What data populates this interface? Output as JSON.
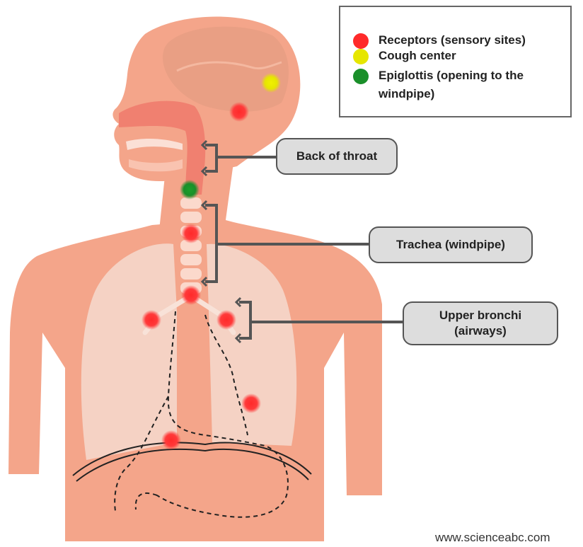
{
  "legend": {
    "items": [
      {
        "label": "Receptors (sensory sites)",
        "color": "#ff2a2a"
      },
      {
        "label": "Cough center",
        "color": "#e6e600"
      },
      {
        "label": "Epiglottis (opening to the windpipe)",
        "color": "#1a8f2a"
      }
    ]
  },
  "callouts": {
    "back_of_throat": "Back of throat",
    "trachea": "Trachea (windpipe)",
    "upper_bronchi": "Upper bronchi (airways)"
  },
  "watermark": "www.scienceabc.com",
  "colors": {
    "skin": "#f4a58a",
    "lung": "#f5d2c4",
    "receptor": "#ff2a2a",
    "cough_center": "#e6e600",
    "epiglottis": "#1a8f2a"
  }
}
